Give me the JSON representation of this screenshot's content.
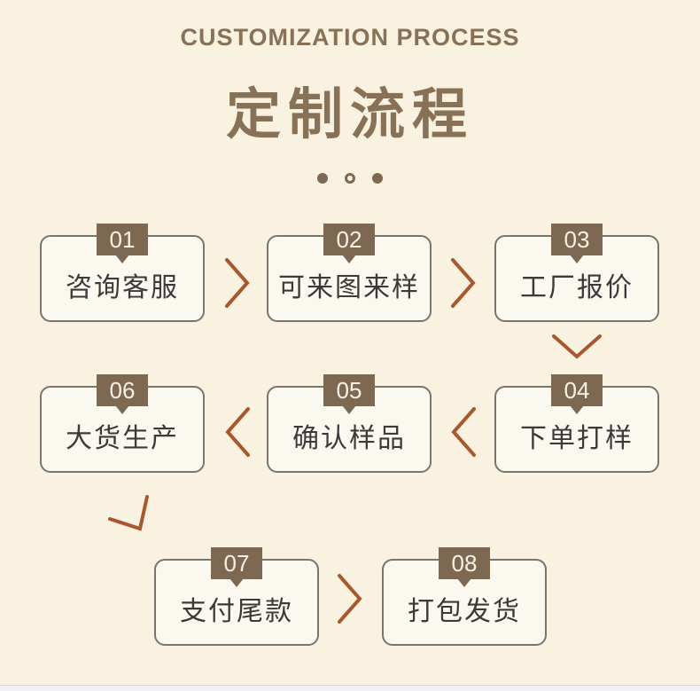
{
  "header": {
    "subtitle": "CUSTOMIZATION PROCESS",
    "title": "定制流程"
  },
  "steps": [
    {
      "number": "01",
      "label": "咨询客服"
    },
    {
      "number": "02",
      "label": "可来图来样"
    },
    {
      "number": "03",
      "label": "工厂报价"
    },
    {
      "number": "04",
      "label": "下单打样"
    },
    {
      "number": "05",
      "label": "确认样品"
    },
    {
      "number": "06",
      "label": "大货生产"
    },
    {
      "number": "07",
      "label": "支付尾款"
    },
    {
      "number": "08",
      "label": "打包发货"
    }
  ],
  "decor": {
    "dots": [
      "filled",
      "hollow",
      "filled"
    ]
  },
  "colors": {
    "background": "#f9f2e1",
    "brown": "#7d6952",
    "title_brown": "#877157",
    "arrow": "#a9572f",
    "box_border": "#77756d",
    "box_background": "#fbf8ef",
    "label_text": "#3a3a3a",
    "number_text": "#f7f1e4"
  }
}
